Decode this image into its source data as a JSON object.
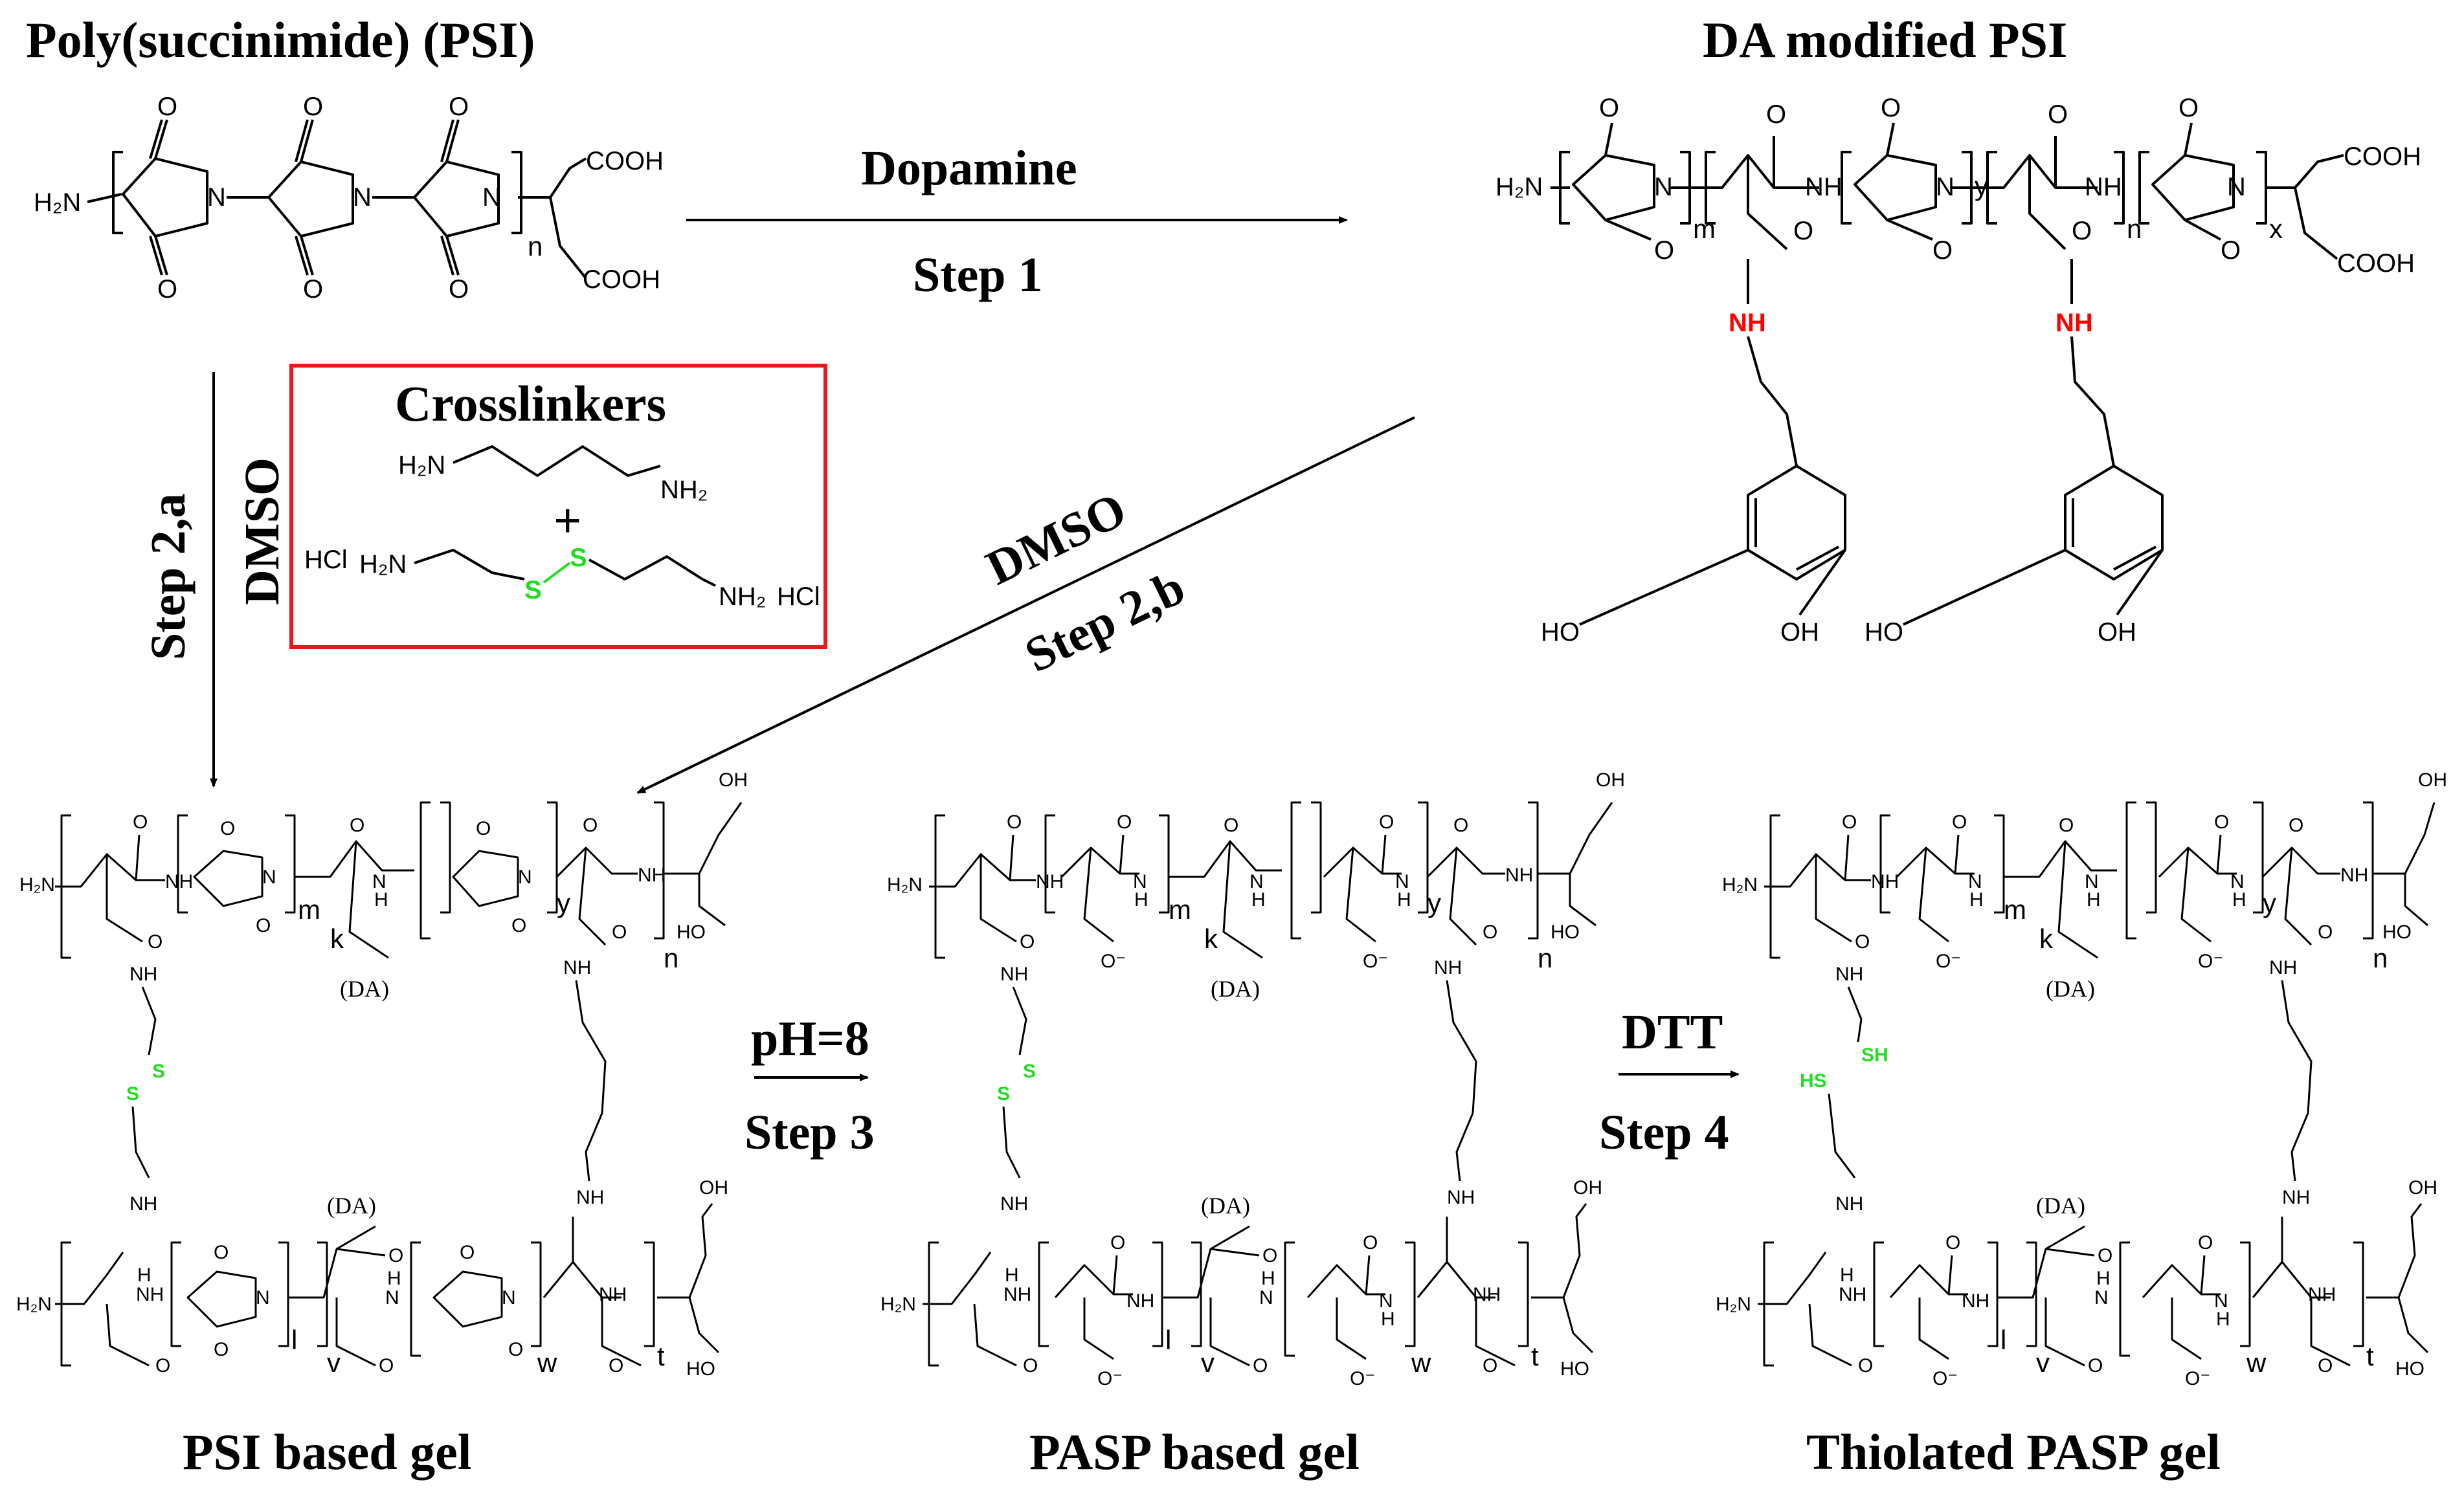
{
  "titles": {
    "psi": "Poly(succinimide) (PSI)",
    "da_psi": "DA modified PSI",
    "psi_gel": "PSI based gel",
    "pasp_gel": "PASP based gel",
    "thiolated": "Thiolated PASP gel"
  },
  "steps": {
    "step1_reagent": "Dopamine",
    "step1": "Step 1",
    "step2a": "Step 2,a",
    "step2a_solvent": "DMSO",
    "step2b_solvent": "DMSO",
    "step2b": "Step 2,b",
    "step3_cond": "pH=8",
    "step3": "Step 3",
    "step4_reagent": "DTT",
    "step4": "Step 4"
  },
  "crosslinkers": {
    "title": "Crosslinkers",
    "amine1_left": "H₂N",
    "amine1_right": "NH₂",
    "plus": "+",
    "hcl_left": "HCl",
    "amine2_left": "H₂N",
    "sulfur": "S",
    "amine2_right": "NH₂",
    "hcl_right": "HCl",
    "box_color": "#e8191a"
  },
  "atoms": {
    "nh2": "H₂N",
    "n": "N",
    "o": "O",
    "cooh": "COOH",
    "nh": "NH",
    "h": "H",
    "oh": "OH",
    "ho": "HO",
    "s": "S",
    "sh": "SH",
    "hs": "HS",
    "da": "(DA)",
    "o_minus": "O⁻"
  },
  "subscripts": {
    "n": "n",
    "m": "m",
    "y": "y",
    "x": "x",
    "k": "k",
    "l": "l",
    "v": "v",
    "w": "w",
    "t": "t"
  },
  "colors": {
    "nh_highlight": "#ff0000",
    "sulfur_highlight": "#22dd22"
  }
}
